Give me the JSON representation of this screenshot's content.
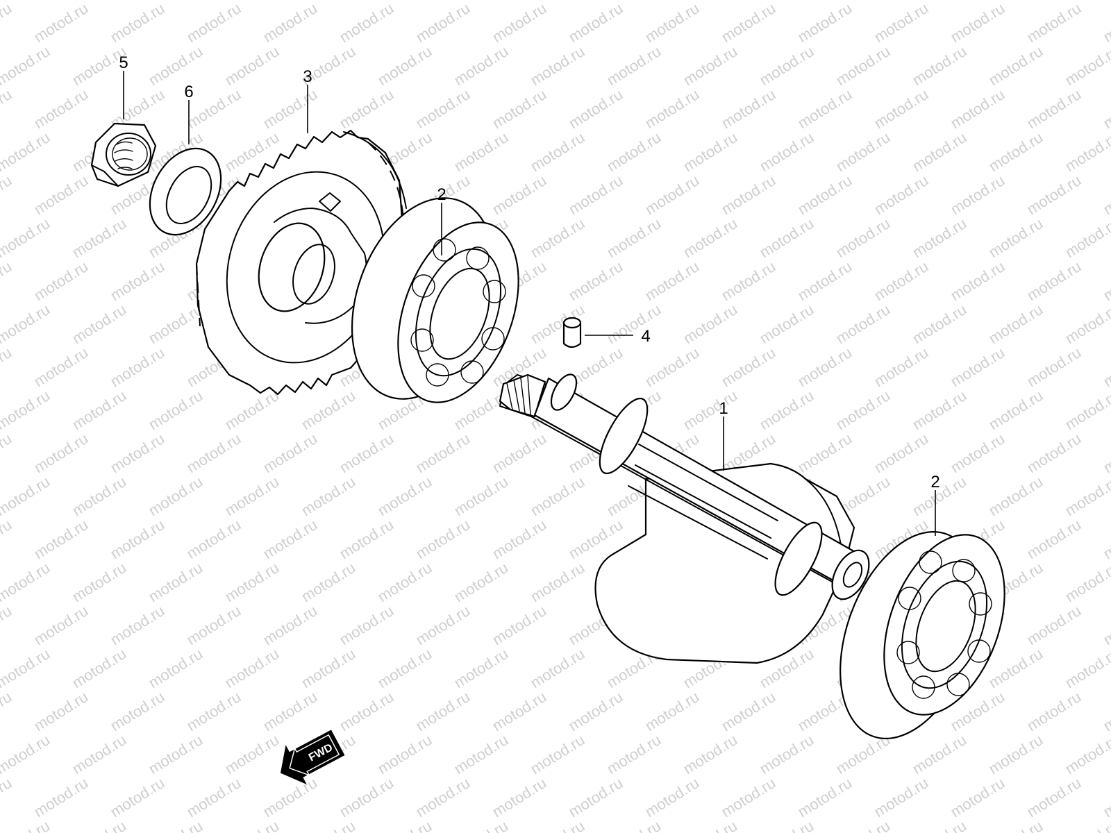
{
  "watermark": {
    "text": "motod.ru",
    "color": "#cfcfcf"
  },
  "callouts": [
    {
      "id": "nut",
      "label": "5"
    },
    {
      "id": "washer",
      "label": "6"
    },
    {
      "id": "gear",
      "label": "3"
    },
    {
      "id": "bearing-left",
      "label": "2"
    },
    {
      "id": "pin",
      "label": "4"
    },
    {
      "id": "shaft",
      "label": "1"
    },
    {
      "id": "bearing-right",
      "label": "2"
    }
  ],
  "direction_arrow": {
    "label": "FWD",
    "icon": "fwd-arrow-icon"
  }
}
